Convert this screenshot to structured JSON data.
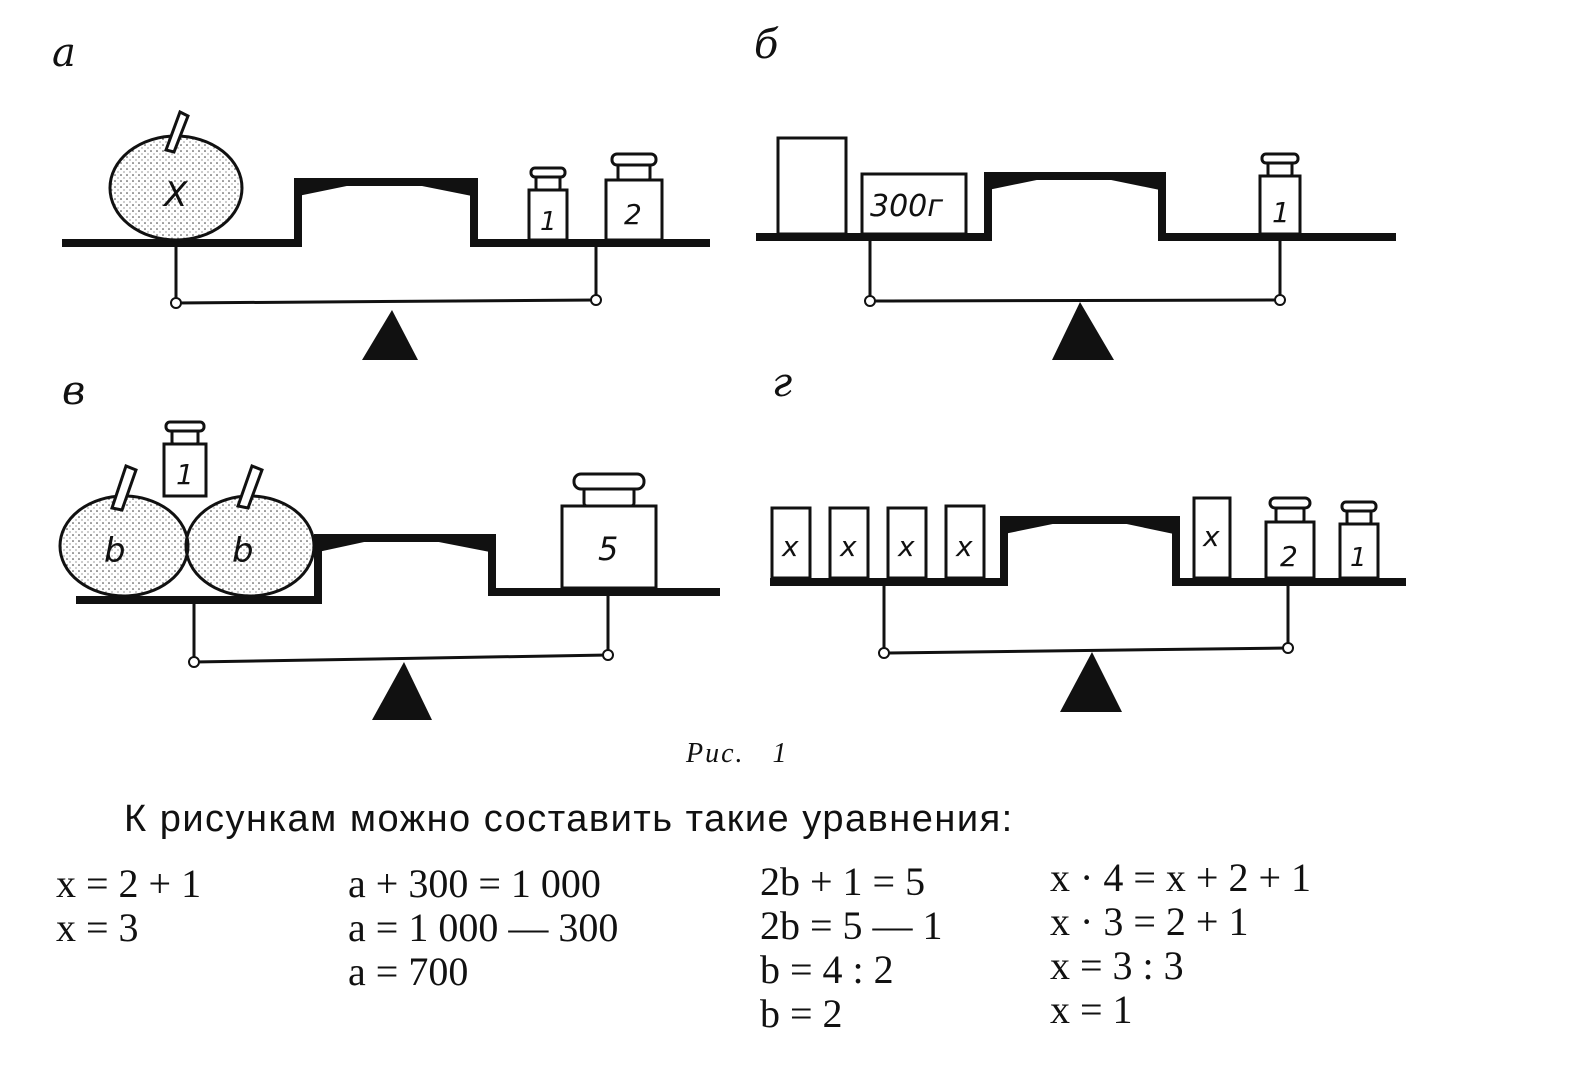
{
  "panels": {
    "a": {
      "letter": "а",
      "apple_label": "X",
      "weights": [
        "1",
        "2"
      ]
    },
    "b": {
      "letter": "б",
      "box_label": "300г",
      "weights": [
        "1"
      ]
    },
    "v": {
      "letter": "в",
      "apple_labels": [
        "b",
        "b"
      ],
      "top_weight": "1",
      "weights": [
        "5"
      ]
    },
    "g": {
      "letter": "г",
      "left_boxes": [
        "x",
        "x",
        "x",
        "x"
      ],
      "right_box": "x",
      "weights": [
        "2",
        "1"
      ]
    }
  },
  "caption": {
    "prefix": "Рис.",
    "number": "1"
  },
  "intro": "К рисункам можно составить такие уравнения:",
  "equations": [
    [
      "x = 2 + 1",
      "x = 3"
    ],
    [
      "a + 300 = 1 000",
      "a = 1 000 — 300",
      "a = 700"
    ],
    [
      "2b + 1 = 5",
      "2b = 5 — 1",
      "b = 4 : 2",
      "b = 2"
    ],
    [
      "x · 4 = x + 2 + 1",
      "x · 3 = 2 + 1",
      "x = 3 : 3",
      "x = 1"
    ]
  ]
}
